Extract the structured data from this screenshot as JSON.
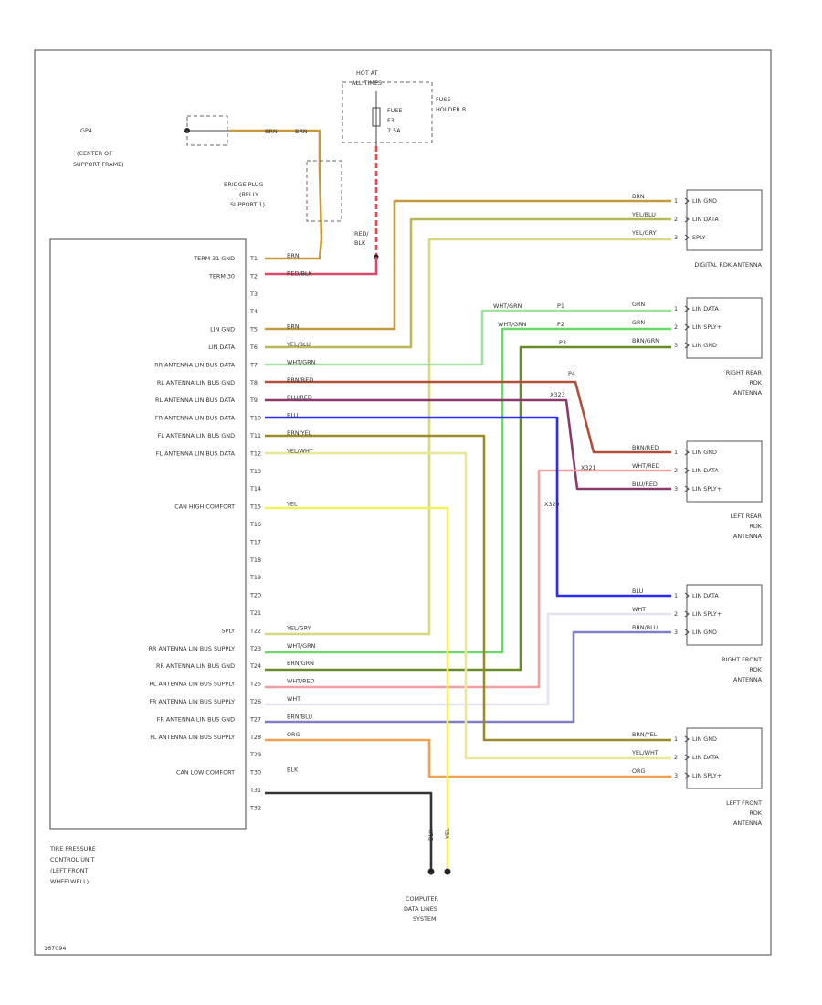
{
  "ground": {
    "id": "GP4",
    "desc1": "(CENTER OF",
    "desc2": "SUPPORT FRAME)",
    "wire_a": "BRN",
    "wire_b": "BRN"
  },
  "fuse": {
    "hot1": "HOT AT",
    "hot2": "ALL TIMES",
    "label1": "FUSE",
    "label2": "F3",
    "label3": "7.5A",
    "holder1": "FUSE",
    "holder2": "HOLDER B",
    "wire": "RED/BLK"
  },
  "bridge": {
    "l1": "BRIDGE PLUG",
    "l2": "(BELLY",
    "l3": "SUPPORT 1)"
  },
  "module": {
    "name": [
      "TIRE PRESSURE",
      "CONTROL UNIT",
      "(LEFT FRONT",
      "WHEELWELL)"
    ],
    "labels": [
      {
        "text": "TERM 31 GND",
        "row": 0
      },
      {
        "text": "TERM 30",
        "row": 1
      },
      {
        "text": "LIN GND",
        "row": 4
      },
      {
        "text": "LIN DATA",
        "row": 5
      },
      {
        "text": "RR ANTENNA LIN BUS DATA",
        "row": 6
      },
      {
        "text": "RL ANTENNA LIN BUS GND",
        "row": 7
      },
      {
        "text": "RL ANTENNA LIN BUS DATA",
        "row": 8
      },
      {
        "text": "FR ANTENNA LIN BUS DATA",
        "row": 9
      },
      {
        "text": "FL ANTENNA LIN BUS GND",
        "row": 10
      },
      {
        "text": "FL ANTENNA LIN BUS DATA",
        "row": 11
      },
      {
        "text": "CAN HIGH COMFORT",
        "row": 14
      },
      {
        "text": "SPLY",
        "row": 21
      },
      {
        "text": "RR ANTENNA LIN BUS SUPPLY",
        "row": 22
      },
      {
        "text": "RR ANTENNA LIN BUS GND",
        "row": 23
      },
      {
        "text": "RL ANTENNA LIN BUS SUPPLY",
        "row": 24
      },
      {
        "text": "FR ANTENNA LIN BUS SUPPLY",
        "row": 25
      },
      {
        "text": "FR ANTENNA LIN BUS GND",
        "row": 26
      },
      {
        "text": "FL ANTENNA LIN BUS SUPPLY",
        "row": 27
      },
      {
        "text": "CAN LOW COMFORT",
        "row": 29
      }
    ],
    "pins": [
      "T1",
      "T2",
      "T3",
      "T4",
      "T5",
      "T6",
      "T7",
      "T8",
      "T9",
      "T10",
      "T11",
      "T12",
      "T13",
      "T14",
      "T15",
      "T16",
      "T17",
      "T18",
      "T19",
      "T20",
      "T21",
      "T22",
      "T23",
      "T24",
      "T25",
      "T26",
      "T27",
      "T28",
      "T29",
      "T30",
      "T31",
      "T32"
    ]
  },
  "wires": [
    {
      "row": 0,
      "label": "BRN",
      "color": "#c49a3c"
    },
    {
      "row": 1,
      "label": "RED/BLK",
      "color": "#d94a6a"
    },
    {
      "row": 4,
      "label": "BRN",
      "color": "#c49a3c"
    },
    {
      "row": 5,
      "label": "YEL/BLU",
      "color": "#b8b85a"
    },
    {
      "row": 6,
      "label": "WHT/GRN",
      "color": "#9fe29f"
    },
    {
      "row": 7,
      "label": "BRN/RED",
      "color": "#b0503c"
    },
    {
      "row": 8,
      "label": "BLU/RED",
      "color": "#8a3a6a"
    },
    {
      "row": 9,
      "label": "BLU",
      "color": "#2a2aff"
    },
    {
      "row": 10,
      "label": "BRN/YEL",
      "color": "#9a8a2a"
    },
    {
      "row": 11,
      "label": "YEL/WHT",
      "color": "#e8e89a"
    },
    {
      "row": 14,
      "label": "YEL",
      "color": "#f2f25a"
    },
    {
      "row": 21,
      "label": "YEL/GRY",
      "color": "#d8d880"
    },
    {
      "row": 22,
      "label": "WHT/GRN",
      "color": "#6ad86a"
    },
    {
      "row": 23,
      "label": "BRN/GRN",
      "color": "#6a8a2a"
    },
    {
      "row": 24,
      "label": "WHT/RED",
      "color": "#f0a0a0"
    },
    {
      "row": 25,
      "label": "WHT",
      "color": "#e8e8e8"
    },
    {
      "row": 26,
      "label": "BRN/BLU",
      "color": "#8080c0"
    },
    {
      "row": 27,
      "label": "ORG",
      "color": "#f0a050"
    },
    {
      "row": 29,
      "label": "BLK",
      "color": "#333333"
    }
  ],
  "antennas": [
    {
      "id": "digital",
      "lines": [
        "LIN GND",
        "LIN DATA",
        "SPLY"
      ],
      "pins": [
        "1",
        "2",
        "3"
      ],
      "wires": [
        "BRN",
        "YEL/BLU",
        "YEL/GRY"
      ],
      "caption": [
        "DIGITAL RDK ANTENNA"
      ]
    },
    {
      "id": "rr",
      "lines": [
        "LIN DATA",
        "LIN SPLY+",
        "LIN GND"
      ],
      "pins": [
        "1",
        "2",
        "3"
      ],
      "wires": [
        "GRN",
        "GRN",
        "BRN/GRN"
      ],
      "caption": [
        "RIGHT REAR",
        "RDK",
        "ANTENNA"
      ]
    },
    {
      "id": "lr",
      "lines": [
        "LIN GND",
        "LIN DATA",
        "LIN SPLY+"
      ],
      "pins": [
        "1",
        "2",
        "3"
      ],
      "wires": [
        "BRN/RED",
        "WHT/RED",
        "BLU/RED"
      ],
      "caption": [
        "LEFT REAR",
        "RDK",
        "ANTENNA"
      ]
    },
    {
      "id": "rf",
      "lines": [
        "LIN DATA",
        "LIN SPLY+",
        "LIN GND"
      ],
      "pins": [
        "1",
        "2",
        "3"
      ],
      "wires": [
        "BLU",
        "WHT",
        "BRN/BLU"
      ],
      "caption": [
        "RIGHT FRONT",
        "RDK",
        "ANTENNA"
      ]
    },
    {
      "id": "lf",
      "lines": [
        "LIN GND",
        "LIN DATA",
        "LIN SPLY+"
      ],
      "pins": [
        "1",
        "2",
        "3"
      ],
      "wires": [
        "BRN/YEL",
        "YEL/WHT",
        "ORG"
      ],
      "caption": [
        "LEFT FRONT",
        "RDK",
        "ANTENNA"
      ]
    }
  ],
  "connectors": {
    "c1": "P1",
    "c2": "P2",
    "c3": "P3",
    "c4": "P4",
    "x23": "X323",
    "x30": "X321",
    "x31": "X320"
  },
  "computer": {
    "l1": "COMPUTER",
    "l2": "DATA LINES",
    "l3": "SYSTEM",
    "w1": "BLK",
    "w2": "YEL"
  },
  "figure_id": "167094"
}
